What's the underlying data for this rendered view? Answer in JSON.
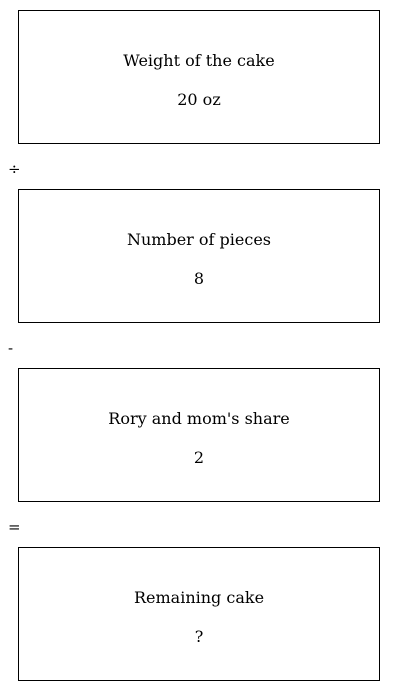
{
  "boxes": [
    {
      "label": "Weight of the cake",
      "value": "20 oz"
    },
    {
      "label": "Number of pieces",
      "value": "8"
    },
    {
      "label": "Rory and mom's share",
      "value": "2"
    },
    {
      "label": "Remaining cake",
      "value": "?"
    }
  ],
  "operators": [
    "÷",
    "-",
    "="
  ]
}
